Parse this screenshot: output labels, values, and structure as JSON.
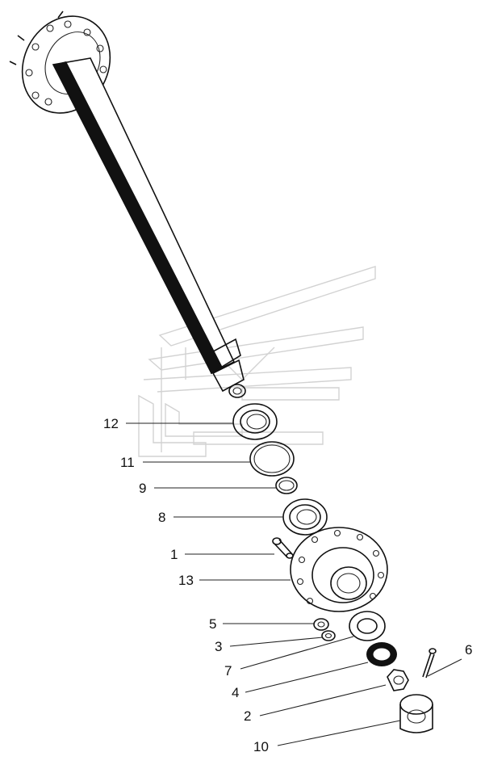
{
  "callouts": [
    {
      "id": "12",
      "label": "12"
    },
    {
      "id": "11",
      "label": "11"
    },
    {
      "id": "9",
      "label": "9"
    },
    {
      "id": "8",
      "label": "8"
    },
    {
      "id": "1",
      "label": "1"
    },
    {
      "id": "13",
      "label": "13"
    },
    {
      "id": "5",
      "label": "5"
    },
    {
      "id": "3",
      "label": "3"
    },
    {
      "id": "7",
      "label": "7"
    },
    {
      "id": "4",
      "label": "4"
    },
    {
      "id": "6",
      "label": "6"
    },
    {
      "id": "2",
      "label": "2"
    },
    {
      "id": "10",
      "label": "10"
    }
  ],
  "colors": {
    "line": "#111111",
    "watermark": "#d2d2d2",
    "background": "#ffffff"
  }
}
